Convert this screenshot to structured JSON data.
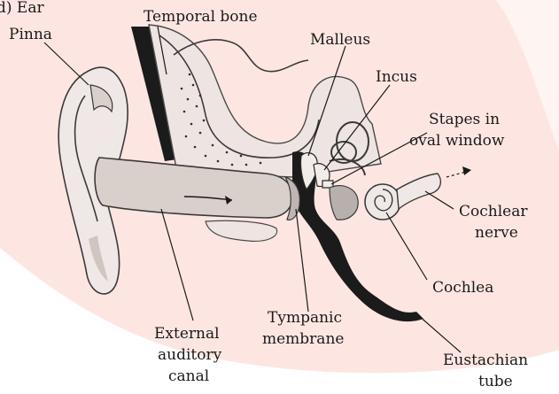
{
  "diagram": {
    "heading_fragment": "d) Ear",
    "labels": {
      "temporal_bone": "Temporal bone",
      "pinna": "Pinna",
      "malleus": "Malleus",
      "incus": "Incus",
      "stapes_line1": "Stapes in",
      "stapes_line2": "oval window",
      "cochlear_nerve_line1": "Cochlear",
      "cochlear_nerve_line2": "nerve",
      "cochlea": "Cochlea",
      "tympanic_line1": "Tympanic",
      "tympanic_line2": "membrane",
      "external_line1": "External",
      "external_line2": "auditory",
      "external_line3": "canal",
      "eustachian_line1": "Eustachian",
      "eustachian_line2": "tube"
    },
    "colors": {
      "background_band": "#fde6e2",
      "tissue_fill": "#e9e1de",
      "canal_fill": "#d9cfcb",
      "bone_dark": "#1b1b1b",
      "gray_region": "#b8b0ad",
      "text": "#1a1a1a"
    }
  }
}
